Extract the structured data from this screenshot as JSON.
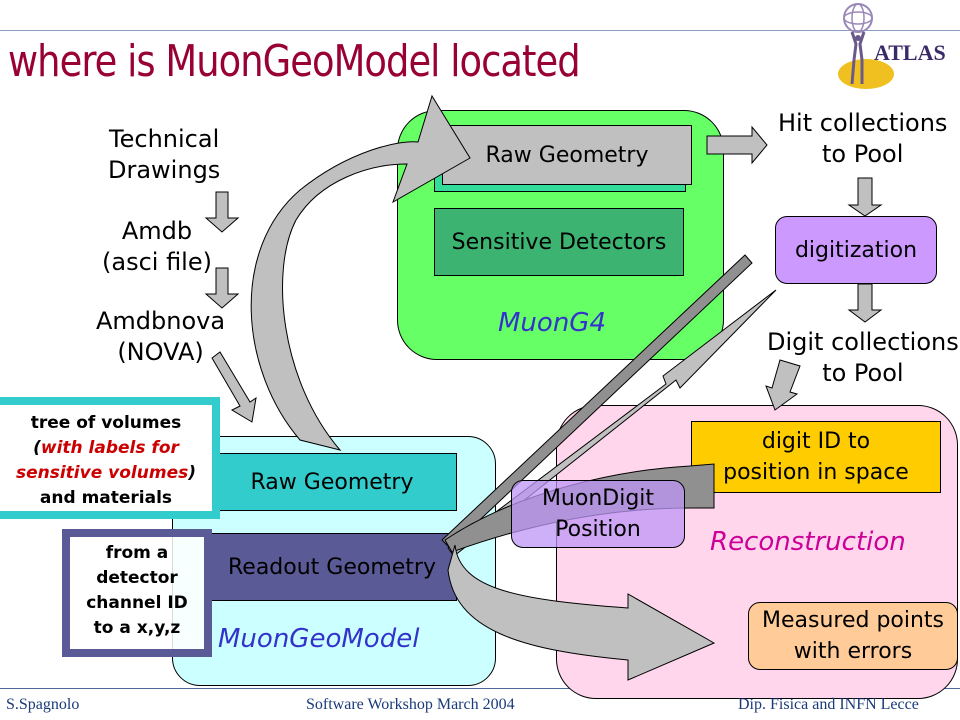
{
  "slide": {
    "title": "where is MuonGeoModel located",
    "logo_text": "ATLAS"
  },
  "flow_left": {
    "technical_drawings": [
      "Technical",
      "Drawings"
    ],
    "amdb": [
      "Amdb",
      "(asci file)"
    ],
    "amdbnova": [
      "Amdbnova",
      "(NOVA)"
    ]
  },
  "muong4": {
    "label": "MuonG4",
    "raw_geometry": "Raw Geometry",
    "sensitive_detectors": "Sensitive Detectors"
  },
  "right_flow": {
    "hit_collections": [
      "Hit collections",
      "to Pool"
    ],
    "digitization": "digitization",
    "digit_collections": [
      "Digit collections",
      "to Pool"
    ]
  },
  "muongeomodel": {
    "label": "MuonGeoModel",
    "raw_geometry": "Raw Geometry",
    "readout_geometry": "Readout Geometry"
  },
  "reconstruction": {
    "label": "Reconstruction",
    "digit_id": [
      "digit ID to",
      "position in space"
    ],
    "muondigit": [
      "MuonDigit",
      "Position"
    ],
    "measured_points": [
      "Measured points",
      "with errors"
    ]
  },
  "notes": {
    "tree": {
      "line1": "tree of volumes",
      "paren_open": "(",
      "red1": "with labels for",
      "red2": "sensitive volumes",
      "paren_close": ")",
      "line4": "and materials"
    },
    "channel": [
      "from a",
      "detector",
      "channel ID",
      "to a x,y,z"
    ]
  },
  "footer": {
    "author": "S.Spagnolo",
    "event": "Software Workshop March 2004",
    "institution": "Dip. Fisica and INFN Lecce"
  },
  "colors": {
    "title": "#990033",
    "muong4_bg": "#66ff66",
    "muongeomodel_bg": "#ccffff",
    "reconstruction_bg": "#ffccee",
    "digitization_bg": "#cc99ff",
    "digit_id_bg": "#ffcc00",
    "measured_bg": "#ffcc99",
    "arrow": "#c0c0c0",
    "readout_bg": "#5a5a96",
    "raw_geo_teal": "#33cccc"
  }
}
